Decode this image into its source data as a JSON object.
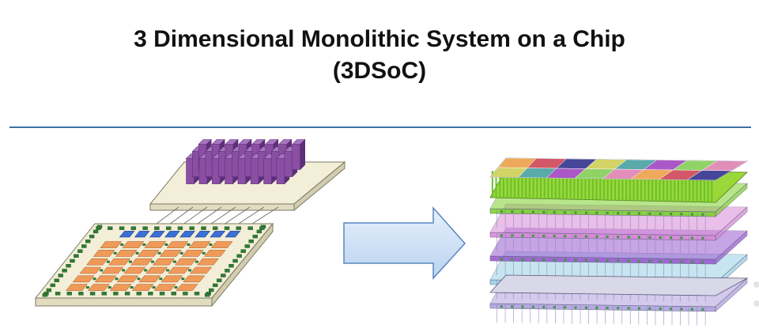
{
  "slide": {
    "title_line1": "3 Dimensional Monolithic System on a Chip",
    "title_line2": "(3DSoC)"
  },
  "diagram": {
    "left_figure": {
      "upper_board_columns": 8,
      "upper_board_fins_per_column": 3,
      "connection_wires": 8,
      "lower_core_grid": [
        6,
        6
      ],
      "top_pad_count": 8
    },
    "right_figure": {
      "layer_count": 5,
      "layer_colors": [
        "#7fd12e",
        "#d88ad8",
        "#9b5ad0",
        "#9ad0e6",
        "#b0a0e0"
      ]
    }
  },
  "colors": {
    "board": "#f3eed8",
    "board_edge": "#7a7a66",
    "fin": "#8a4fa3",
    "fin_dark": "#5e2f78",
    "core": "#f09a5a",
    "core_edge": "#b86a30",
    "pad_green": "#2f7a34",
    "pad_blue": "#3a6fd8",
    "arrow_fill": "#cfe2f7",
    "arrow_edge": "#5b86c0",
    "rule": "#3d6fa6"
  }
}
